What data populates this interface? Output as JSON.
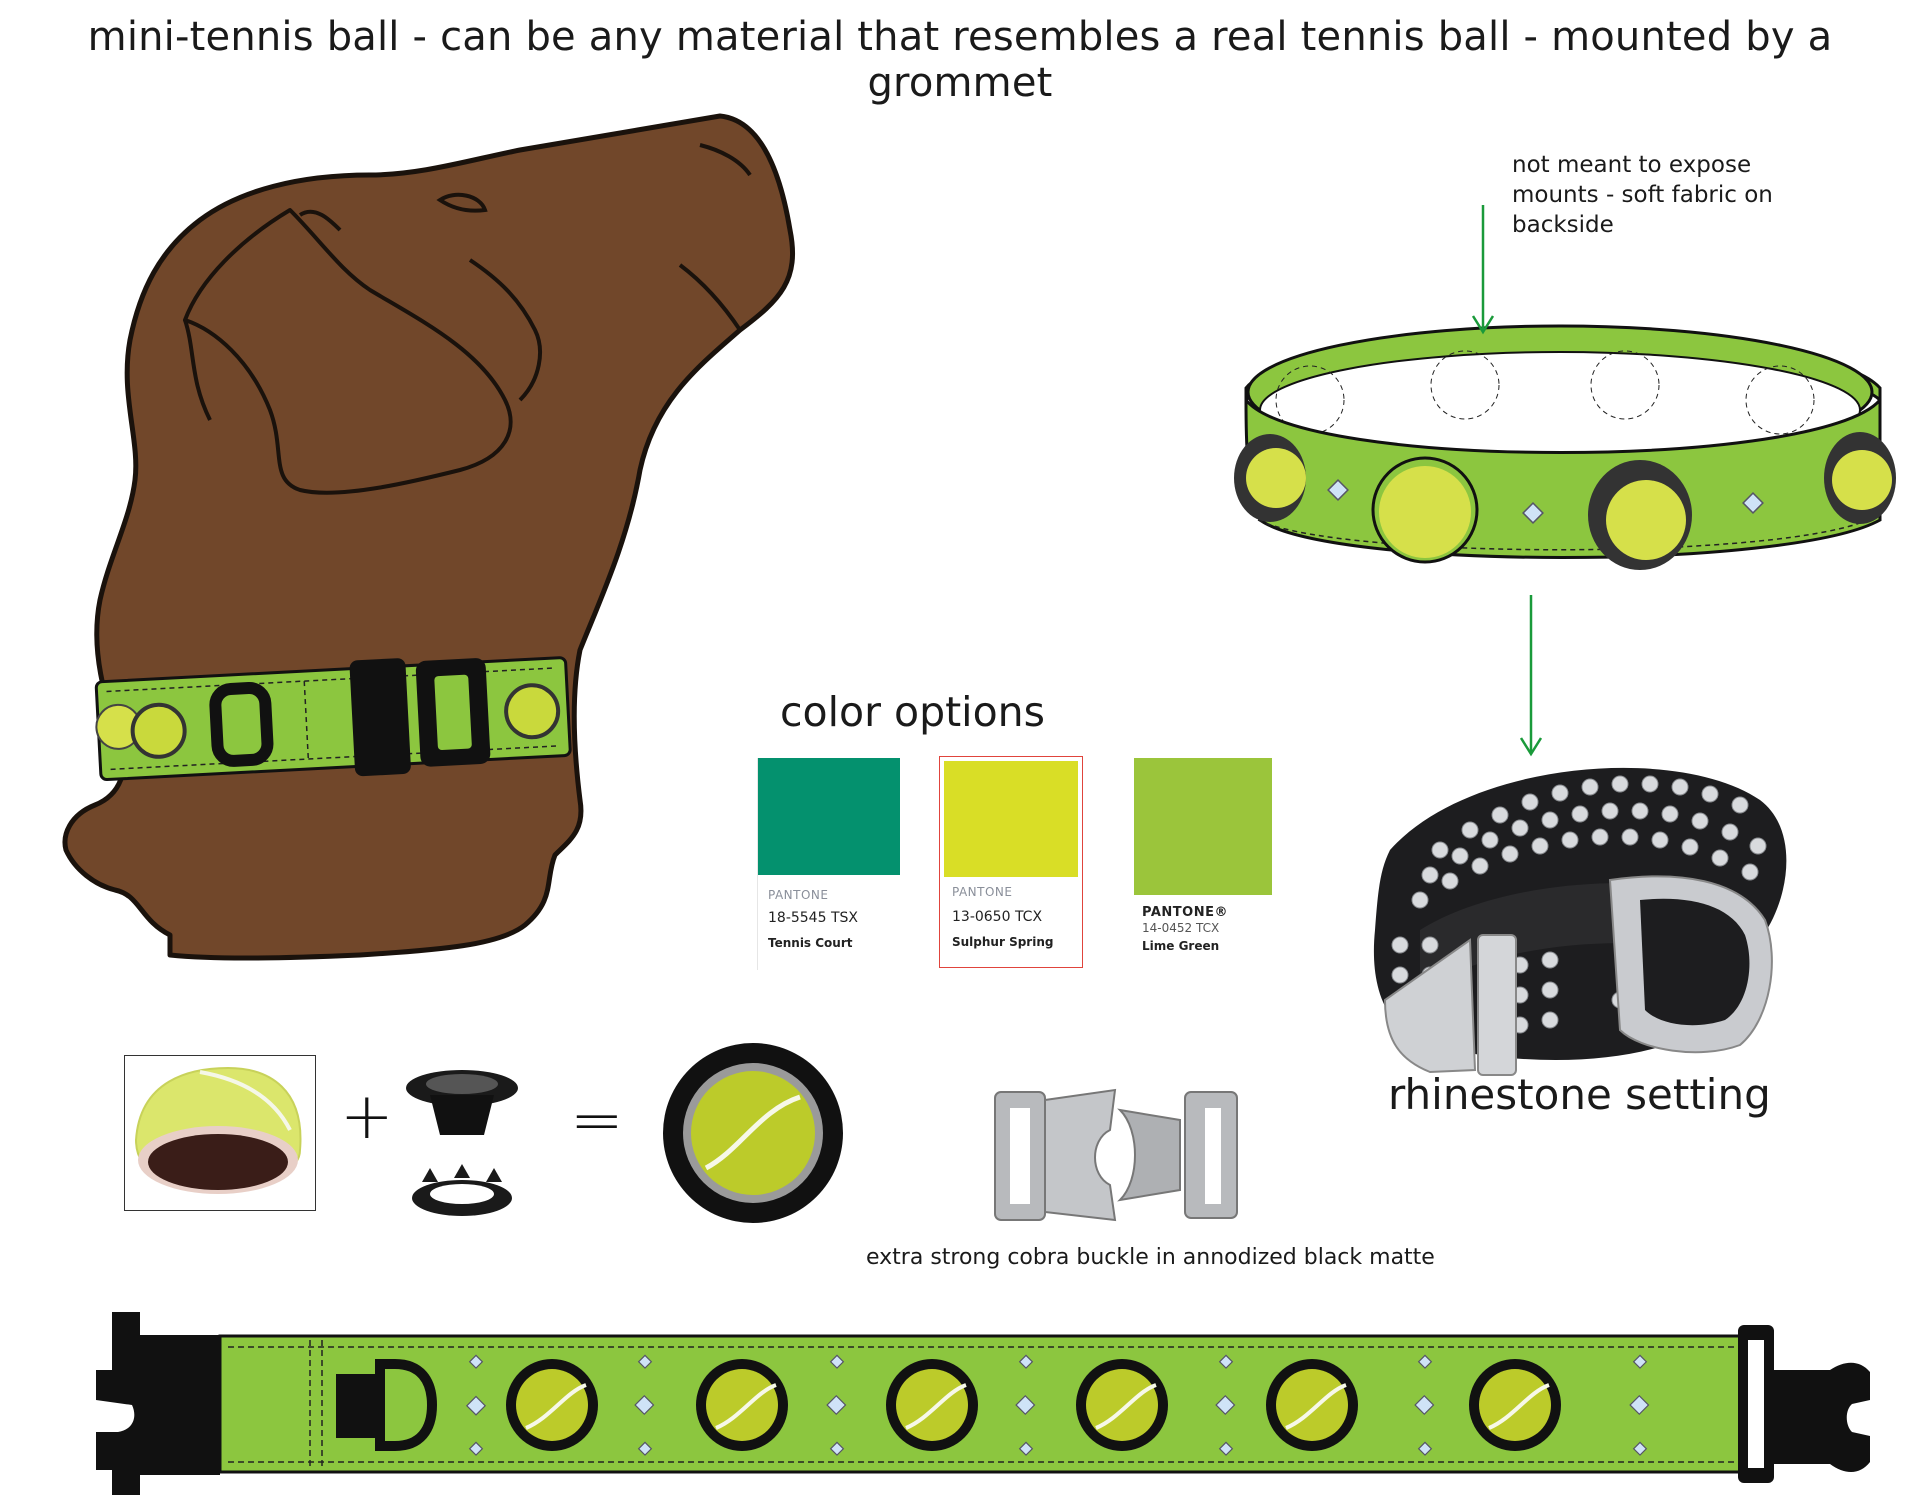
{
  "header": {
    "title": "mini-tennis ball - can be any material that resembles a real tennis ball - mounted by a grommet"
  },
  "annotations": {
    "backside_note_lines": [
      "not meant to expose",
      "mounts - soft fabric on",
      "backside"
    ],
    "color_options_heading": "color options",
    "rhinestone_label": "rhinestone setting",
    "buckle_caption": "extra strong cobra buckle in annodized black matte"
  },
  "assembly": {
    "plus": "+",
    "equals": "="
  },
  "swatches": [
    {
      "brand": "PANTONE",
      "code": "18-5545 TSX",
      "name": "Tennis Court",
      "color": "#04916e"
    },
    {
      "brand": "PANTONE",
      "code": "13-0650 TCX",
      "name": "Sulphur Spring",
      "color": "#d9de26"
    },
    {
      "brand": "PANTONE®",
      "code": "14-0452 TCX",
      "name": "Lime Green",
      "color": "#9bc53b"
    }
  ],
  "colors": {
    "dog_fill": "#71472a",
    "collar_green": "#8cc63f",
    "ball_yellow": "#d6e04a",
    "buckle_black": "#111111",
    "arrow_green": "#1a9a3a"
  }
}
